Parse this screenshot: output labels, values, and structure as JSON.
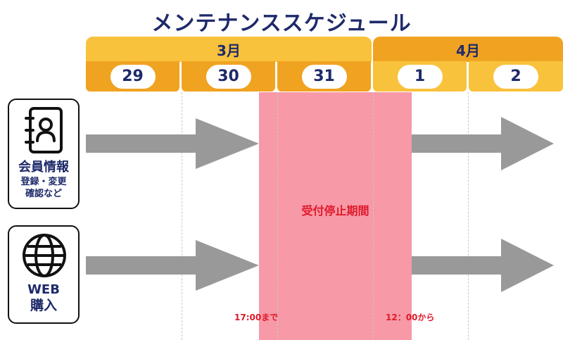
{
  "title": "メンテナンススケジュール",
  "months": {
    "march": "3月",
    "april": "4月"
  },
  "days": [
    "29",
    "30",
    "31",
    "1",
    "2"
  ],
  "stop_label": "受付停止期間",
  "time_until": "17:00まで",
  "time_from": "12：00から",
  "cards": {
    "member": {
      "title": "会員情報",
      "line2": "登録・変更",
      "line3": "確認など",
      "icon": "address-book-icon"
    },
    "web": {
      "line1": "WEB",
      "line2": "購入",
      "icon": "globe-icon"
    }
  },
  "colors": {
    "navy": "#1f2a6b",
    "orange": "#f0a321",
    "yellow": "#f9c23c",
    "pink": "#f799a7",
    "red": "#e0192a",
    "arrow": "#999999"
  }
}
